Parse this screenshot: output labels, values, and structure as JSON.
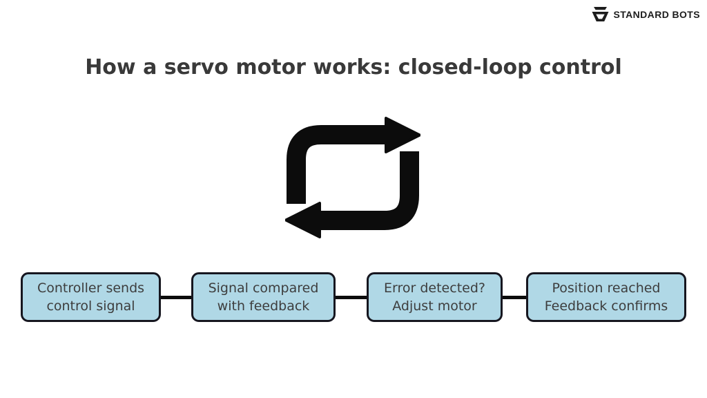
{
  "brand": {
    "name": "STANDARD BOTS",
    "icon": "standard-bots-logo-icon"
  },
  "title": "How a servo motor works: closed-loop control",
  "diagram": {
    "loop_icon": "repeat-loop-arrows-icon",
    "steps": [
      {
        "line1": "Controller sends",
        "line2": "control signal"
      },
      {
        "line1": "Signal compared",
        "line2": "with feedback"
      },
      {
        "line1": "Error detected?",
        "line2": "Adjust motor"
      },
      {
        "line1": "Position reached",
        "line2": "Feedback confirms"
      }
    ],
    "colors": {
      "box_fill": "#b0d8e6",
      "box_border": "#16161f",
      "box_text": "#3d3d3d",
      "title_text": "#393939",
      "icon": "#0c0c0c",
      "background": "#ffffff"
    }
  }
}
